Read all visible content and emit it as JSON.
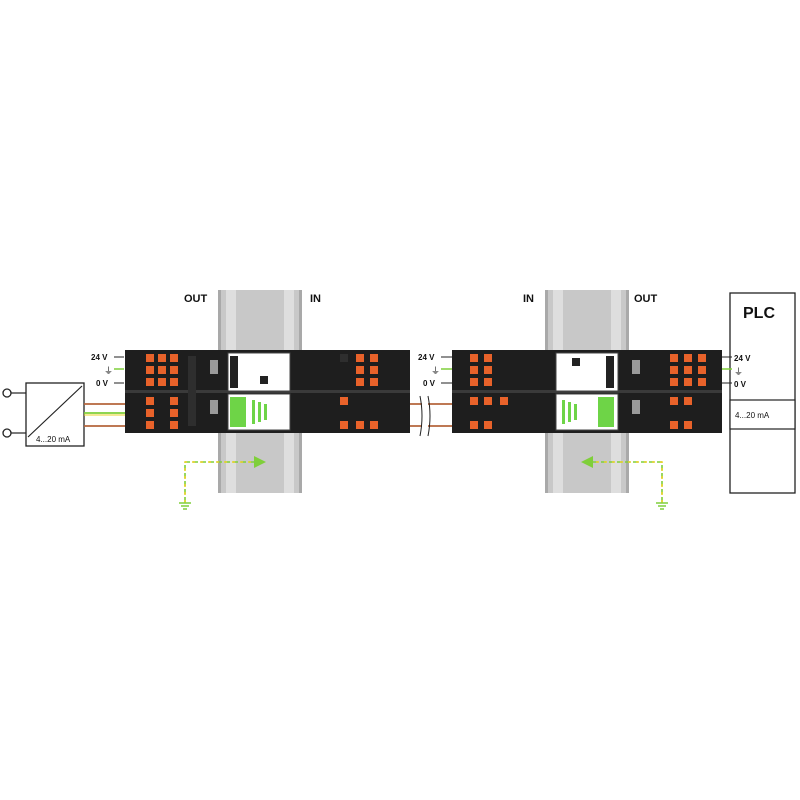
{
  "left": {
    "out_label": "OUT",
    "in_label": "IN",
    "supply": {
      "v24": "24 V",
      "ground": "⏚",
      "v0": "0 V"
    },
    "transmitter": {
      "label": "4...20 mA"
    }
  },
  "right": {
    "in_label": "IN",
    "out_label": "OUT"
  },
  "plc": {
    "title": "PLC",
    "v24": "24 V",
    "ground": "⏚",
    "v0": "0 V",
    "signal": "4...20 mA"
  },
  "colors": {
    "module_body": "#1e1e1e",
    "terminal_orange": "#e8622a",
    "din_rail": "#c8c8c8",
    "signal_wire": "#b5653c",
    "earth_green": "#7fcf3a",
    "earth_yellow": "#e8d22a"
  }
}
